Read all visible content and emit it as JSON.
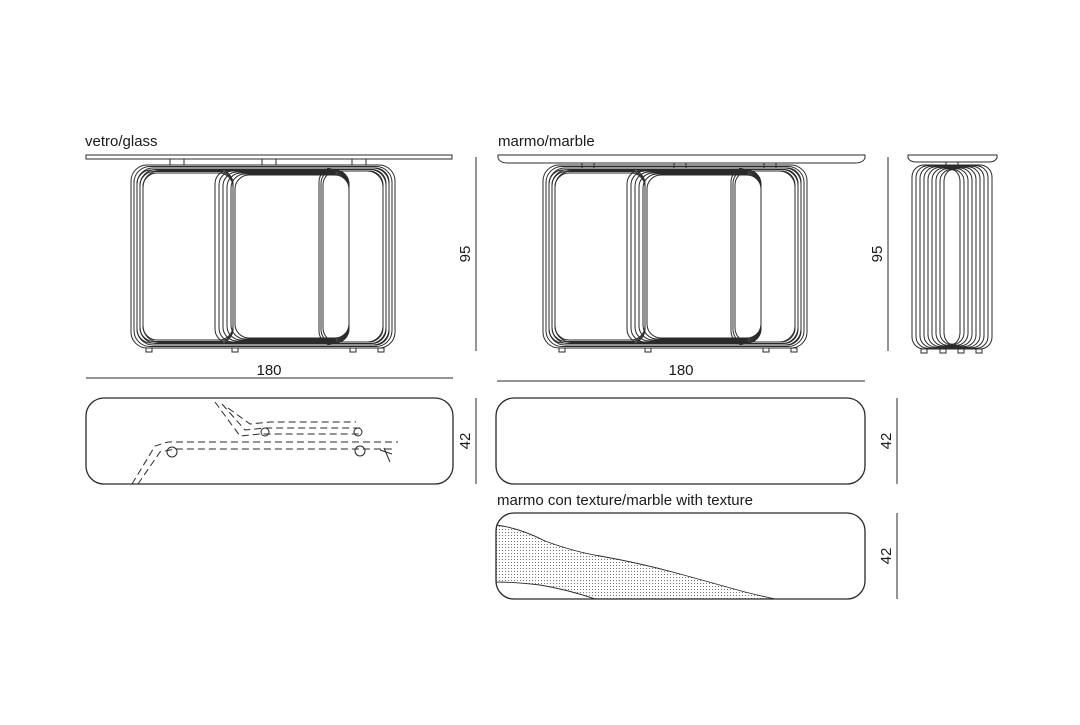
{
  "labels": {
    "glass": "vetro/glass",
    "marble": "marmo/marble",
    "texture": "marmo con texture/marble with texture"
  },
  "dimensions": {
    "glass_width": "180",
    "glass_height": "95",
    "glass_depth": "42",
    "marble_width": "180",
    "marble_height": "95",
    "side_height": "95",
    "marble_depth": "42",
    "texture_depth": "42"
  },
  "colors": {
    "line": "#2a2a2a",
    "texture_fill": "#8a8a8a"
  }
}
